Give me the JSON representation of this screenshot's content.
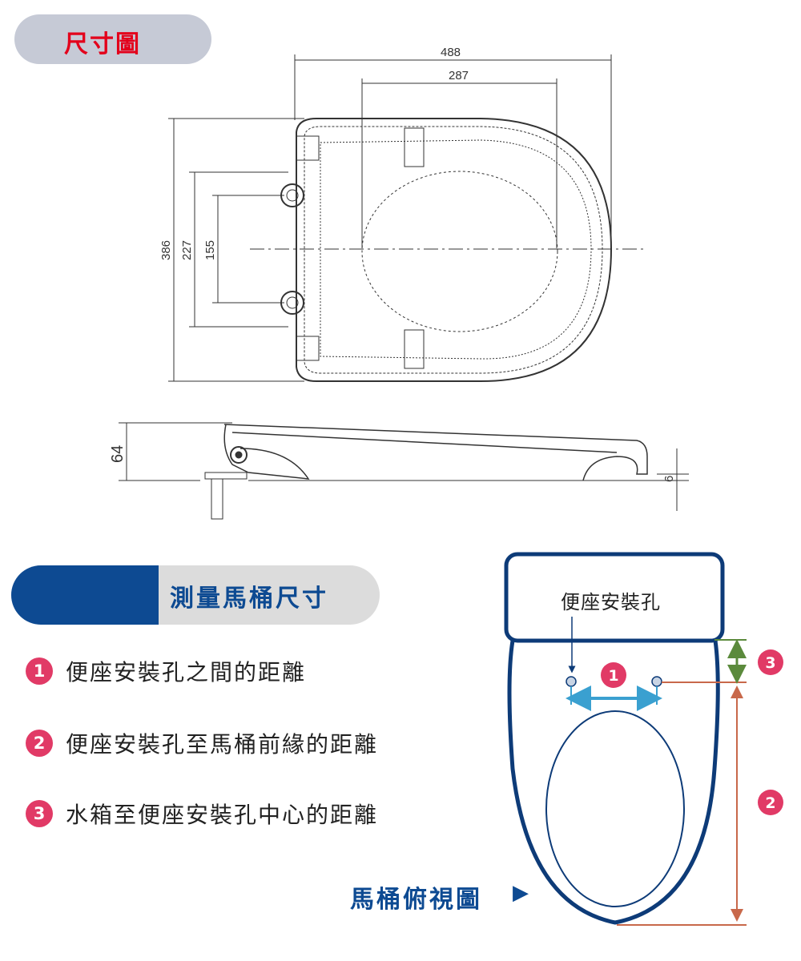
{
  "header": {
    "title": "尺寸圖"
  },
  "top_view": {
    "dims": {
      "overall_length": "488",
      "inner_length": "287",
      "overall_width": "386",
      "hinge_outer": "227",
      "hole_spacing": "155"
    }
  },
  "side_view": {
    "dims": {
      "height": "64",
      "bumper": "6"
    }
  },
  "measure": {
    "section_title": "測量馬桶尺寸",
    "items": [
      {
        "num": "1",
        "text": "便座安裝孔之間的距離"
      },
      {
        "num": "2",
        "text": "便座安裝孔至馬桶前緣的距離"
      },
      {
        "num": "3",
        "text": "水箱至便座安裝孔中心的距離"
      }
    ]
  },
  "toilet_diagram": {
    "hole_label": "便座安裝孔",
    "view_label": "馬桶俯視圖",
    "arrow": "▶",
    "badges": [
      "1",
      "2",
      "3"
    ],
    "colors": {
      "outline": "#0d3b78",
      "badge": "#e13a66",
      "dim1": "#3aa0d0",
      "dim2": "#c8684a",
      "dim3": "#5b8a3c"
    }
  }
}
